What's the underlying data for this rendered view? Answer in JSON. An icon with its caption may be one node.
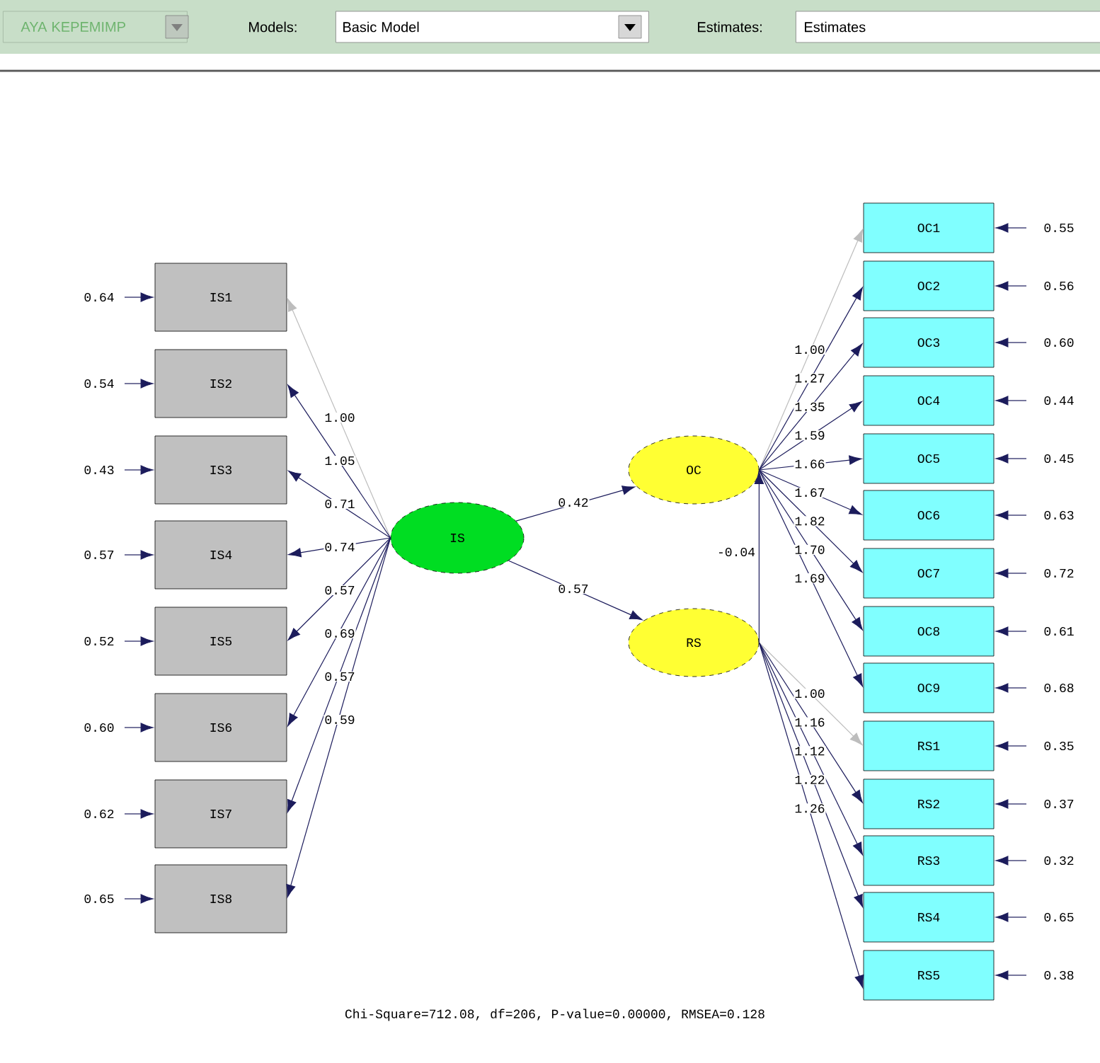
{
  "diagram": {
    "caption": "Chi-Square=712.08, df=206, P-value=0.00000, RMSEA=0.128",
    "nodes": [
      {
        "text": [
          "IS1"
        ]
      },
      {
        "text": [
          "IS2"
        ]
      },
      {
        "text": [
          "IS3"
        ]
      },
      {
        "text": [
          "IS4"
        ]
      },
      {
        "text": [
          "IS5"
        ]
      },
      {
        "text": [
          "IS6"
        ]
      },
      {
        "text": [
          "IS7"
        ]
      },
      {
        "text": [
          "IS8"
        ]
      },
      {
        "text": [
          "IS"
        ]
      },
      {
        "text": [
          "OC"
        ]
      },
      {
        "text": [
          "RS"
        ]
      },
      {
        "text": [
          "OC1"
        ]
      },
      {
        "text": [
          "OC2"
        ]
      },
      {
        "text": [
          "OC3"
        ]
      },
      {
        "text": [
          "OC4"
        ]
      },
      {
        "text": [
          "OC5"
        ]
      },
      {
        "text": [
          "OC6"
        ]
      },
      {
        "text": [
          "OC7"
        ]
      },
      {
        "text": [
          "OC8"
        ]
      },
      {
        "text": [
          "OC9"
        ]
      },
      {
        "text": [
          "RS1"
        ]
      },
      {
        "text": [
          "RS2"
        ]
      },
      {
        "text": [
          "RS3"
        ]
      },
      {
        "text": [
          "RS4"
        ]
      },
      {
        "text": [
          "RS5"
        ]
      }
    ],
    "edges": [
      {
        "from": 8,
        "to": 0,
        "arrow": "to",
        "label": "1.00",
        "color": "#bdbdbd"
      },
      {
        "from": 8,
        "to": 1,
        "arrow": "to",
        "label": "1.05"
      },
      {
        "from": 8,
        "to": 2,
        "arrow": "to",
        "label": "0.71"
      },
      {
        "from": 8,
        "to": 3,
        "arrow": "to",
        "label": "0.74"
      },
      {
        "from": 8,
        "to": 4,
        "arrow": "to",
        "label": "0.57"
      },
      {
        "from": 8,
        "to": 5,
        "arrow": "to",
        "label": "0.69"
      },
      {
        "from": 8,
        "to": 6,
        "arrow": "to",
        "label": "0.57"
      },
      {
        "from": 8,
        "to": 7,
        "arrow": "to",
        "label": "0.59"
      },
      {
        "from": 8,
        "to": 9,
        "arrow": "to",
        "label": "0.42"
      },
      {
        "from": 8,
        "to": 10,
        "arrow": "to",
        "label": "0.57"
      },
      {
        "from": 10,
        "to": 9,
        "arrow": "to",
        "label": "-0.04"
      },
      {
        "from": 9,
        "to": 11,
        "arrow": "to",
        "label": "1.00",
        "color": "#bdbdbd"
      },
      {
        "from": 9,
        "to": 12,
        "arrow": "to",
        "label": "1.27"
      },
      {
        "from": 9,
        "to": 13,
        "arrow": "to",
        "label": "1.35"
      },
      {
        "from": 9,
        "to": 14,
        "arrow": "to",
        "label": "1.59"
      },
      {
        "from": 9,
        "to": 15,
        "arrow": "to",
        "label": "1.66"
      },
      {
        "from": 9,
        "to": 16,
        "arrow": "to",
        "label": "1.67"
      },
      {
        "from": 9,
        "to": 17,
        "arrow": "to",
        "label": "1.82"
      },
      {
        "from": 9,
        "to": 18,
        "arrow": "to",
        "label": "1.70"
      },
      {
        "from": 9,
        "to": 19,
        "arrow": "to",
        "label": "1.69"
      },
      {
        "from": 10,
        "to": 20,
        "arrow": "to",
        "label": "1.00",
        "color": "#bdbdbd"
      },
      {
        "from": 10,
        "to": 21,
        "arrow": "to",
        "label": "1.16"
      },
      {
        "from": 10,
        "to": 22,
        "arrow": "to",
        "label": "1.12"
      },
      {
        "from": 10,
        "to": 23,
        "arrow": "to",
        "label": "1.22"
      },
      {
        "from": 10,
        "to": 24,
        "arrow": "to",
        "label": "1.26"
      },
      {
        "from": null,
        "to": 0,
        "arrow": "to",
        "label": "0.64"
      },
      {
        "from": null,
        "to": 1,
        "arrow": "to",
        "label": "0.54"
      },
      {
        "from": null,
        "to": 2,
        "arrow": "to",
        "label": "0.43"
      },
      {
        "from": null,
        "to": 3,
        "arrow": "to",
        "label": "0.57"
      },
      {
        "from": null,
        "to": 4,
        "arrow": "to",
        "label": "0.52"
      },
      {
        "from": null,
        "to": 5,
        "arrow": "to",
        "label": "0.60"
      },
      {
        "from": null,
        "to": 6,
        "arrow": "to",
        "label": "0.62"
      },
      {
        "from": null,
        "to": 7,
        "arrow": "to",
        "label": "0.65"
      },
      {
        "from": null,
        "to": 11,
        "arrow": "to",
        "label": "0.55"
      },
      {
        "from": null,
        "to": 12,
        "arrow": "to",
        "label": "0.56"
      },
      {
        "from": null,
        "to": 13,
        "arrow": "to",
        "label": "0.60"
      },
      {
        "from": null,
        "to": 14,
        "arrow": "to",
        "label": "0.44"
      },
      {
        "from": null,
        "to": 15,
        "arrow": "to",
        "label": "0.45"
      },
      {
        "from": null,
        "to": 16,
        "arrow": "to",
        "label": "0.63"
      },
      {
        "from": null,
        "to": 17,
        "arrow": "to",
        "label": "0.72"
      },
      {
        "from": null,
        "to": 18,
        "arrow": "to",
        "label": "0.61"
      },
      {
        "from": null,
        "to": 19,
        "arrow": "to",
        "label": "0.68"
      },
      {
        "from": null,
        "to": 20,
        "arrow": "to",
        "label": "0.35"
      },
      {
        "from": null,
        "to": 21,
        "arrow": "to",
        "label": "0.37"
      },
      {
        "from": null,
        "to": 22,
        "arrow": "to",
        "label": "0.32"
      },
      {
        "from": null,
        "to": 23,
        "arrow": "to",
        "label": "0.65"
      },
      {
        "from": null,
        "to": 24,
        "arrow": "to",
        "label": "0.38"
      }
    ],
    "labels": [
      "AYA KEPEMIMP",
      "Models:",
      "Basic Model",
      "Estimates:",
      "Estimates"
    ]
  }
}
